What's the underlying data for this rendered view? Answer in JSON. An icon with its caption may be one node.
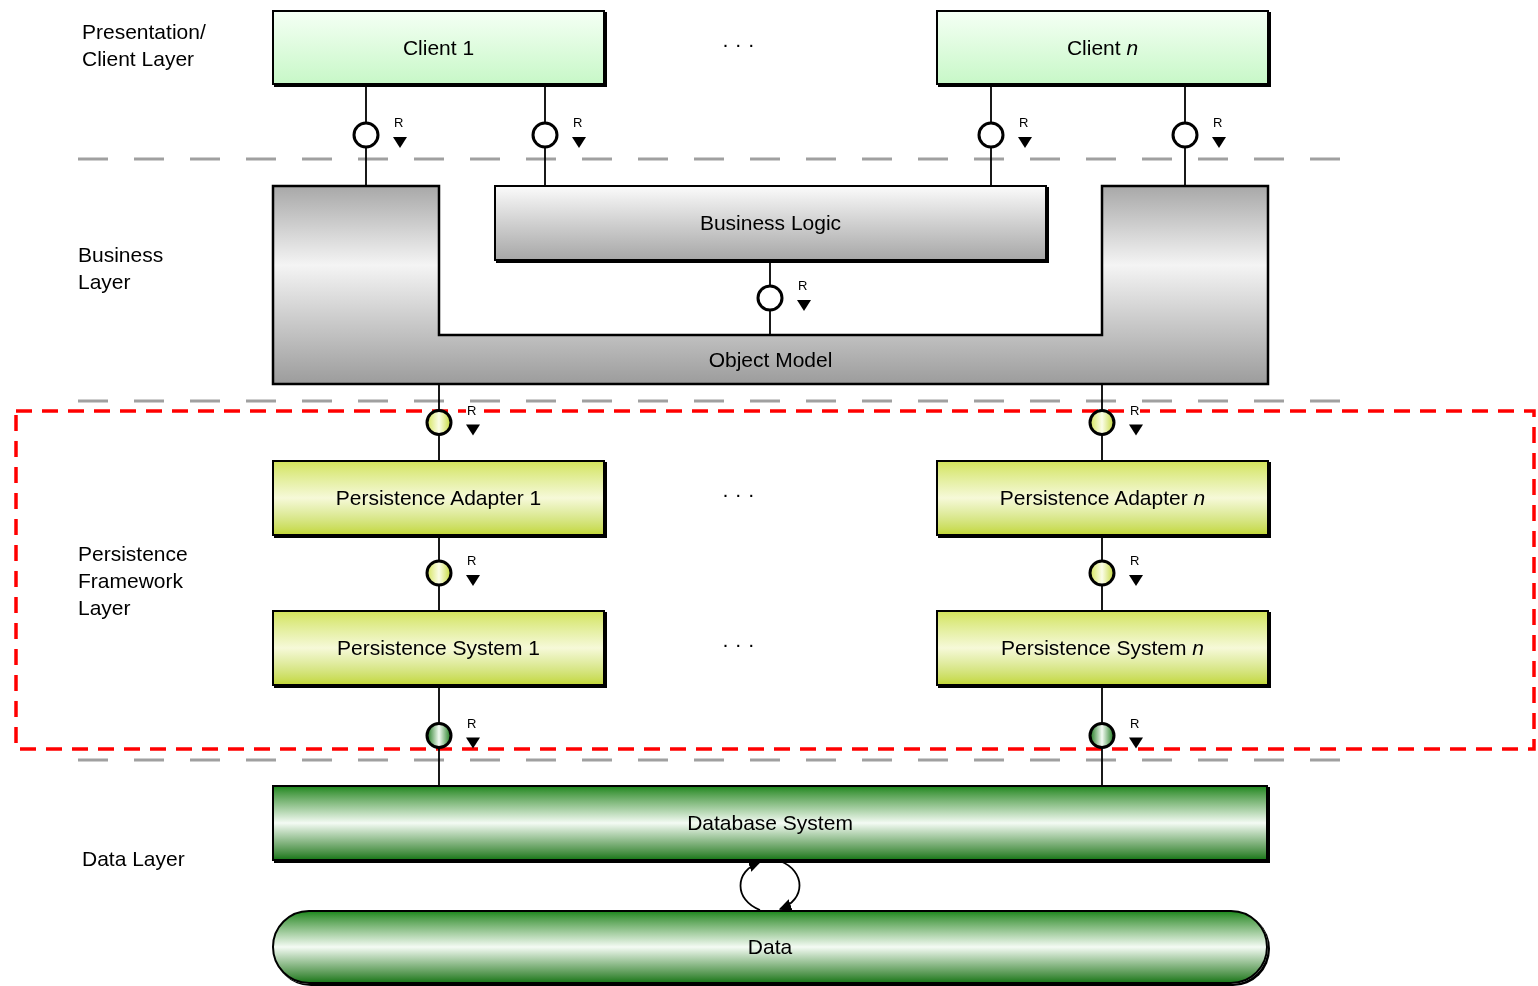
{
  "diagram": {
    "nodes": [
      {
        "text": [
          "Client 1"
        ]
      },
      {
        "text": [
          "Client *n*"
        ]
      },
      {
        "text": [
          "Business Logic"
        ]
      },
      {
        "text": [
          "Object Model"
        ]
      },
      {
        "text": [
          "Persistence Framework Layer"
        ]
      },
      {
        "text": [
          "Persistence Adapter 1"
        ],
        "in": 4
      },
      {
        "text": [
          "Persistence Adapter *n*"
        ],
        "in": 4
      },
      {
        "text": [
          "Persistence System 1"
        ],
        "in": 4
      },
      {
        "text": [
          "Persistence System *n*"
        ],
        "in": 4
      },
      {
        "text": [
          "Database System"
        ]
      },
      {
        "text": [
          "Data"
        ]
      }
    ],
    "edges": [
      {
        "from": 0,
        "to": 3,
        "arrow": "none",
        "label": "R"
      },
      {
        "from": 0,
        "to": 2,
        "arrow": "none",
        "label": "R"
      },
      {
        "from": 1,
        "to": 2,
        "arrow": "none",
        "label": "R"
      },
      {
        "from": 1,
        "to": 3,
        "arrow": "none",
        "label": "R"
      },
      {
        "from": 2,
        "to": 3,
        "arrow": "none",
        "label": "R"
      },
      {
        "from": 3,
        "to": 5,
        "arrow": "none",
        "label": "R"
      },
      {
        "from": 3,
        "to": 6,
        "arrow": "none",
        "label": "R"
      },
      {
        "from": 5,
        "to": 7,
        "arrow": "none",
        "label": "R"
      },
      {
        "from": 6,
        "to": 8,
        "arrow": "none",
        "label": "R"
      },
      {
        "from": 7,
        "to": 9,
        "arrow": "none",
        "label": "R"
      },
      {
        "from": 8,
        "to": 9,
        "arrow": "none",
        "label": "R"
      },
      {
        "from": 10,
        "to": 9,
        "arrow": "to"
      },
      {
        "from": 9,
        "to": 10,
        "arrow": "to"
      }
    ],
    "labels": [
      "Presentation/ Client Layer",
      "· · ·",
      "Business Layer",
      "· · ·",
      "· · ·",
      "Data Layer"
    ]
  }
}
